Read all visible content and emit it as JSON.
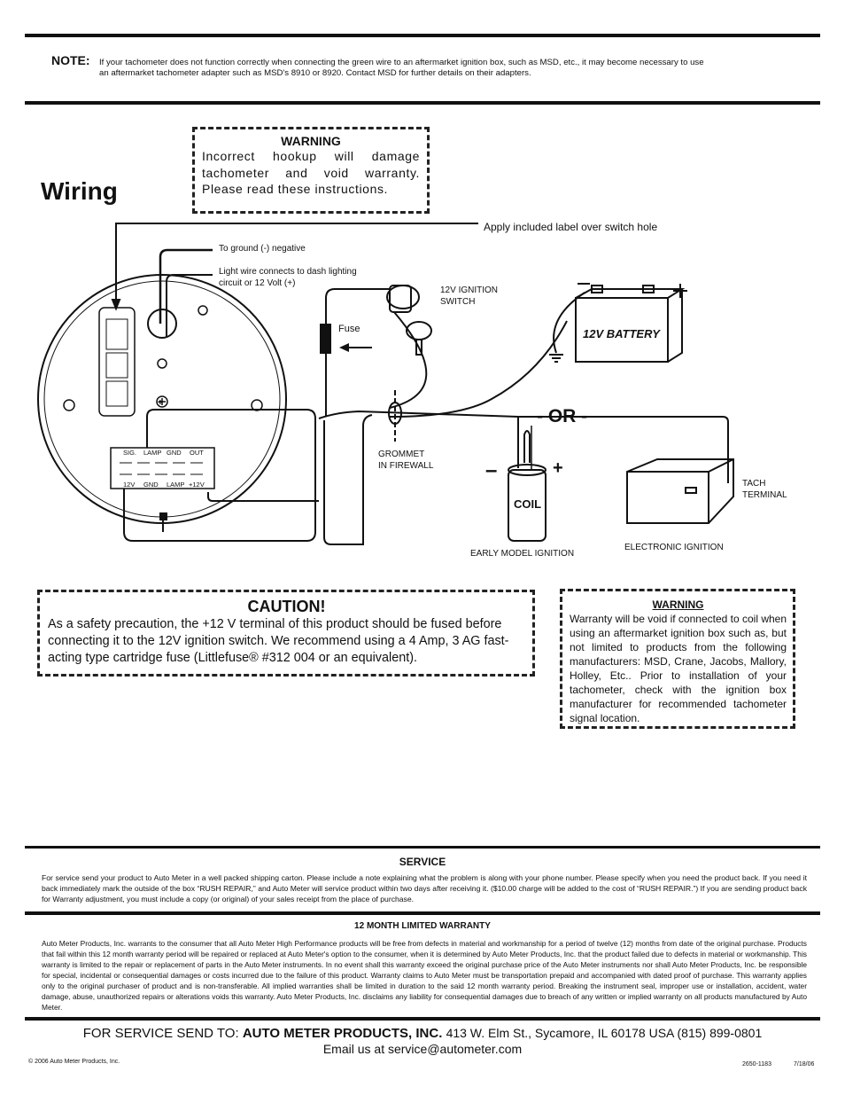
{
  "note": {
    "label": "NOTE:",
    "line1": "If your tachometer does not function correctly when connecting the green wire to an aftermarket ignition box, such as MSD, etc., it may become necessary to use",
    "line2": "an aftermarket tachometer adapter such as MSD's 8910 or 8920.  Contact MSD for further details on their adapters."
  },
  "wiring": {
    "title": "Wiring",
    "warning_title": "WARNING",
    "warning_text": "Incorrect hookup will damage tachometer and void warranty. Please read these instructions."
  },
  "diagram": {
    "label_apply": "Apply included label over switch hole",
    "label_ground": "To ground (-) negative",
    "label_light": "Light wire connects to dash lighting",
    "label_light2": "circuit or 12 Volt (+)",
    "label_fuse": "Fuse",
    "label_switch1": "12V IGNITION",
    "label_switch2": "SWITCH",
    "label_battery": "12V BATTERY",
    "label_or": "- OR -",
    "label_grommet1": "GROMMET",
    "label_grommet2": "IN FIREWALL",
    "label_coil": "COIL",
    "label_minus": "–",
    "label_plus": "+",
    "label_early": "EARLY MODEL IGNITION",
    "label_electronic": "ELECTRONIC IGNITION",
    "label_tach1": "TACH",
    "label_tach2": "TERMINAL",
    "term_top": [
      "SIG.",
      "LAMP",
      "GND",
      "OUT"
    ],
    "term_bottom": [
      "12V",
      "GND",
      "LAMP",
      "+12V"
    ]
  },
  "caution": {
    "title": "CAUTION!",
    "text": "As a safety precaution, the +12 V terminal of this product should be fused before connecting it to the 12V ignition switch. We recommend using a 4 Amp, 3 AG fast-acting type cartridge fuse (Littlefuse® #312 004 or an equivalent)."
  },
  "warning2": {
    "title": "WARNING",
    "text": "Warranty will be void if connected to coil when using an aftermarket ignition box such as, but not limited to products from the following manufacturers: MSD, Crane, Jacobs, Mallory, Holley, Etc..  Prior to installation of your tachometer, check with the ignition box manufacturer for recommended tachometer signal location."
  },
  "service": {
    "title": "SERVICE",
    "text": "For service send your product to Auto Meter in a well packed shipping carton. Please include a note explaining what the problem is along with your phone number. Please specify when you need the product back. If you need it back immediately mark the outside of the box “RUSH REPAIR,” and Auto Meter will service product within two days after receiving it. ($10.00 charge will be added to the cost of “RUSH REPAIR.”) If you are sending product back for Warranty adjustment, you must include a copy (or original) of your sales receipt from the place of purchase."
  },
  "warranty": {
    "title": "12 MONTH LIMITED WARRANTY",
    "text": "Auto Meter Products, Inc. warrants to the consumer that all Auto Meter High Performance products will be free from defects in material and workmanship for a period of twelve (12) months from date of the original purchase. Products that fail within this 12 month warranty period will be repaired or replaced at Auto Meter's option to the consumer, when it is determined by Auto Meter Products, Inc. that the product failed due to defects in material or workmanship.  This warranty is limited to the repair or replacement of parts in the Auto Meter instruments. In no event shall this warranty exceed the original purchase price of the Auto Meter instruments nor shall Auto Meter Products, Inc. be responsible for special, incidental or consequential damages or costs incurred due to the failure of this product. Warranty claims to Auto Meter must be transportation prepaid and accompanied with dated proof of purchase. This warranty applies only to the original purchaser of product and is non-transferable.  All implied warranties shall be limited in duration to the said 12 month warranty period. Breaking the instrument seal, improper use or installation, accident, water damage, abuse, unauthorized repairs or alterations voids this warranty.  Auto Meter Products, Inc. disclaims any liability for consequential damages due to breach of any written or implied warranty on all products manufactured by Auto Meter."
  },
  "footer": {
    "send_to": "FOR SERVICE SEND TO:",
    "company": "AUTO METER PRODUCTS, INC.",
    "address": "413 W. Elm St., Sycamore, IL 60178 USA  (815) 899-0801",
    "email": "Email us at service@autometer.com",
    "copyright": "© 2006 Auto Meter Products, Inc.",
    "part_no": "2650-1183",
    "date": "7/18/06"
  }
}
